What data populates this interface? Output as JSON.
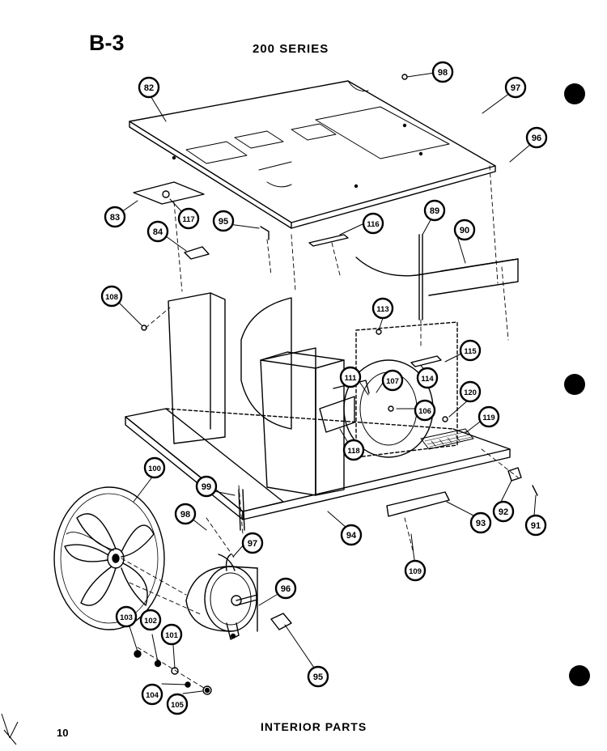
{
  "header": {
    "section_code": "B-3",
    "series": "200 SERIES"
  },
  "footer": {
    "title": "INTERIOR PARTS",
    "page_number": "10"
  },
  "callouts": [
    {
      "id": "c82",
      "label": "82"
    },
    {
      "id": "c98t",
      "label": "98"
    },
    {
      "id": "c97t",
      "label": "97"
    },
    {
      "id": "c96t",
      "label": "96"
    },
    {
      "id": "c83",
      "label": "83"
    },
    {
      "id": "c117",
      "label": "117"
    },
    {
      "id": "c95t",
      "label": "95"
    },
    {
      "id": "c116",
      "label": "116"
    },
    {
      "id": "c89",
      "label": "89"
    },
    {
      "id": "c90",
      "label": "90"
    },
    {
      "id": "c84",
      "label": "84"
    },
    {
      "id": "c108",
      "label": "108"
    },
    {
      "id": "c113",
      "label": "113"
    },
    {
      "id": "c115",
      "label": "115"
    },
    {
      "id": "c111",
      "label": "111"
    },
    {
      "id": "c107",
      "label": "107"
    },
    {
      "id": "c114",
      "label": "114"
    },
    {
      "id": "c120",
      "label": "120"
    },
    {
      "id": "c106",
      "label": "106"
    },
    {
      "id": "c119",
      "label": "119"
    },
    {
      "id": "c118",
      "label": "118"
    },
    {
      "id": "c100",
      "label": "100"
    },
    {
      "id": "c99",
      "label": "99"
    },
    {
      "id": "c98m",
      "label": "98"
    },
    {
      "id": "c97m",
      "label": "97"
    },
    {
      "id": "c94",
      "label": "94"
    },
    {
      "id": "c93",
      "label": "93"
    },
    {
      "id": "c92",
      "label": "92"
    },
    {
      "id": "c91",
      "label": "91"
    },
    {
      "id": "c109",
      "label": "109"
    },
    {
      "id": "c96m",
      "label": "96"
    },
    {
      "id": "c103",
      "label": "103"
    },
    {
      "id": "c102",
      "label": "102"
    },
    {
      "id": "c101",
      "label": "101"
    },
    {
      "id": "c95m",
      "label": "95"
    },
    {
      "id": "c104",
      "label": "104"
    },
    {
      "id": "c105",
      "label": "105"
    }
  ]
}
